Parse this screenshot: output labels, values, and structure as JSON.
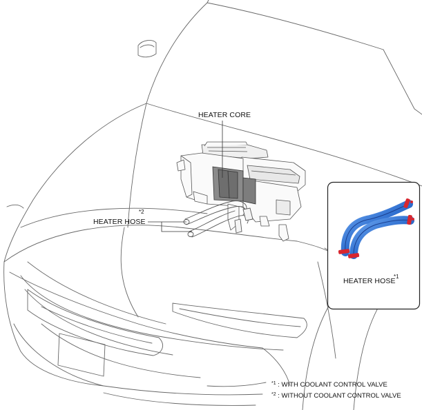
{
  "labels": {
    "heater_core": "HEATER CORE",
    "heater_hose_left": "HEATER HOSE",
    "heater_hose_left_ref": "*2",
    "heater_hose_inset": "HEATER HOSE",
    "heater_hose_inset_ref": "*1"
  },
  "notes": [
    {
      "ref": "*1",
      "text": " :  WITH COOLANT CONTROL VALVE"
    },
    {
      "ref": "*2",
      "text": " :  WITHOUT COOLANT CONTROL VALVE"
    }
  ],
  "colors": {
    "line": "#555555",
    "hose_blue": "#2f6fd0",
    "hose_dark": "#1a3f8f",
    "clamp_red": "#d8262f",
    "core_fill": "#7a7a7a"
  }
}
